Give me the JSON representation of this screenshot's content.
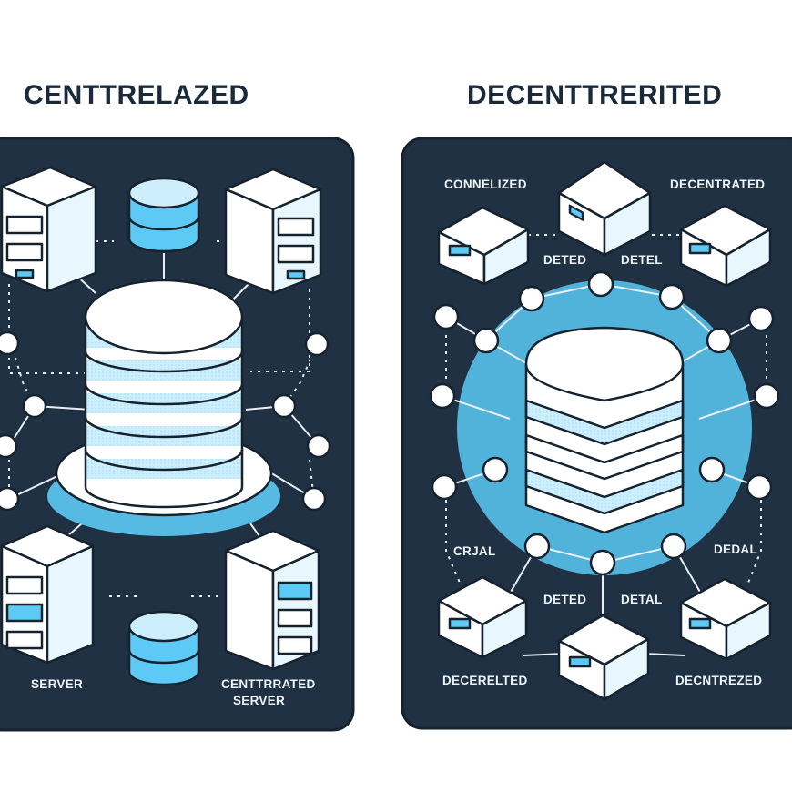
{
  "centralized": {
    "title": "CENTTRELAZED",
    "labels": {
      "server": "SERVER",
      "central_server_line1": "CENTTRRATED",
      "central_server_line2": "SERVER"
    }
  },
  "decentralized": {
    "title": "DECENTTRERITED",
    "labels": {
      "top_left": "CONNELIZED",
      "top_right": "DECENTRATED",
      "mid_top_left": "DETED",
      "mid_top_right": "DETEL",
      "side_left": "CRJAL",
      "side_right": "DEDAL",
      "mid_bottom_left": "DETED",
      "mid_bottom_right": "DETAL",
      "bottom_left": "DECERELTED",
      "bottom_right": "DECNTREZED"
    }
  },
  "colors": {
    "panel": "#1f3142",
    "accent_blue": "#5ccaf5",
    "light_blue": "#cdeefc",
    "box_white": "#ffffff",
    "outline": "#16222e",
    "text_light": "#eef4f8",
    "heading_text": "#1b2a3a"
  }
}
